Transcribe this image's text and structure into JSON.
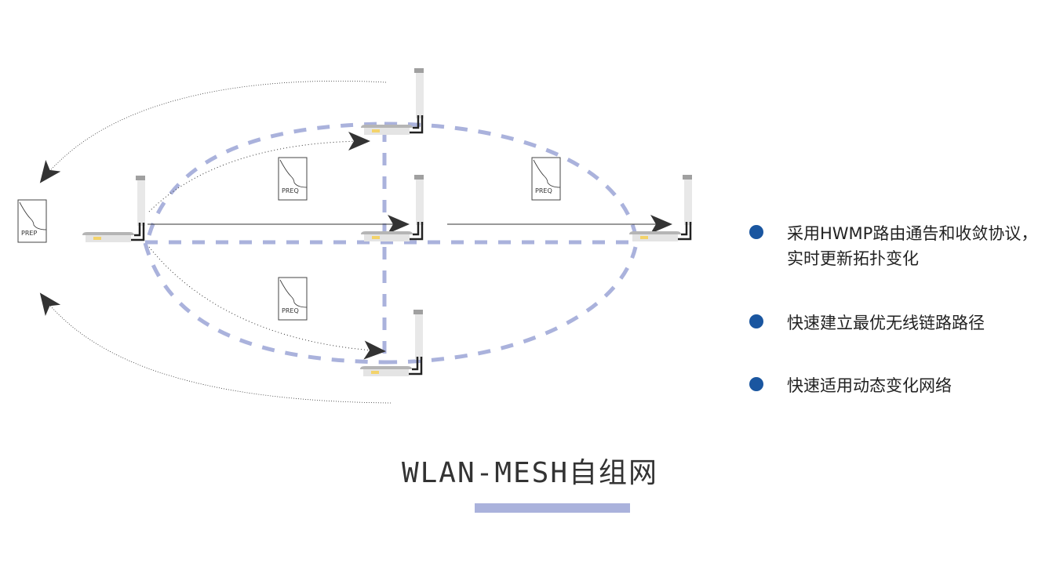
{
  "colors": {
    "dash": "#aab2dc",
    "bullet": "#1a56a0",
    "line": "#333333",
    "accent_bar": "#aab2dc"
  },
  "diagram": {
    "docs": {
      "prep": "PREP",
      "preq_top": "PREQ",
      "preq_right": "PREQ",
      "preq_bottom": "PREQ"
    },
    "nodes": [
      "router-left",
      "router-top",
      "router-middle",
      "router-right",
      "router-bottom"
    ]
  },
  "features": [
    {
      "text": "采用HWMP路由通告和收敛协议，实时更新拓扑变化"
    },
    {
      "text": "快速建立最优无线链路路径"
    },
    {
      "text": "快速适用动态变化网络"
    }
  ],
  "title": "WLAN-MESH自组网"
}
